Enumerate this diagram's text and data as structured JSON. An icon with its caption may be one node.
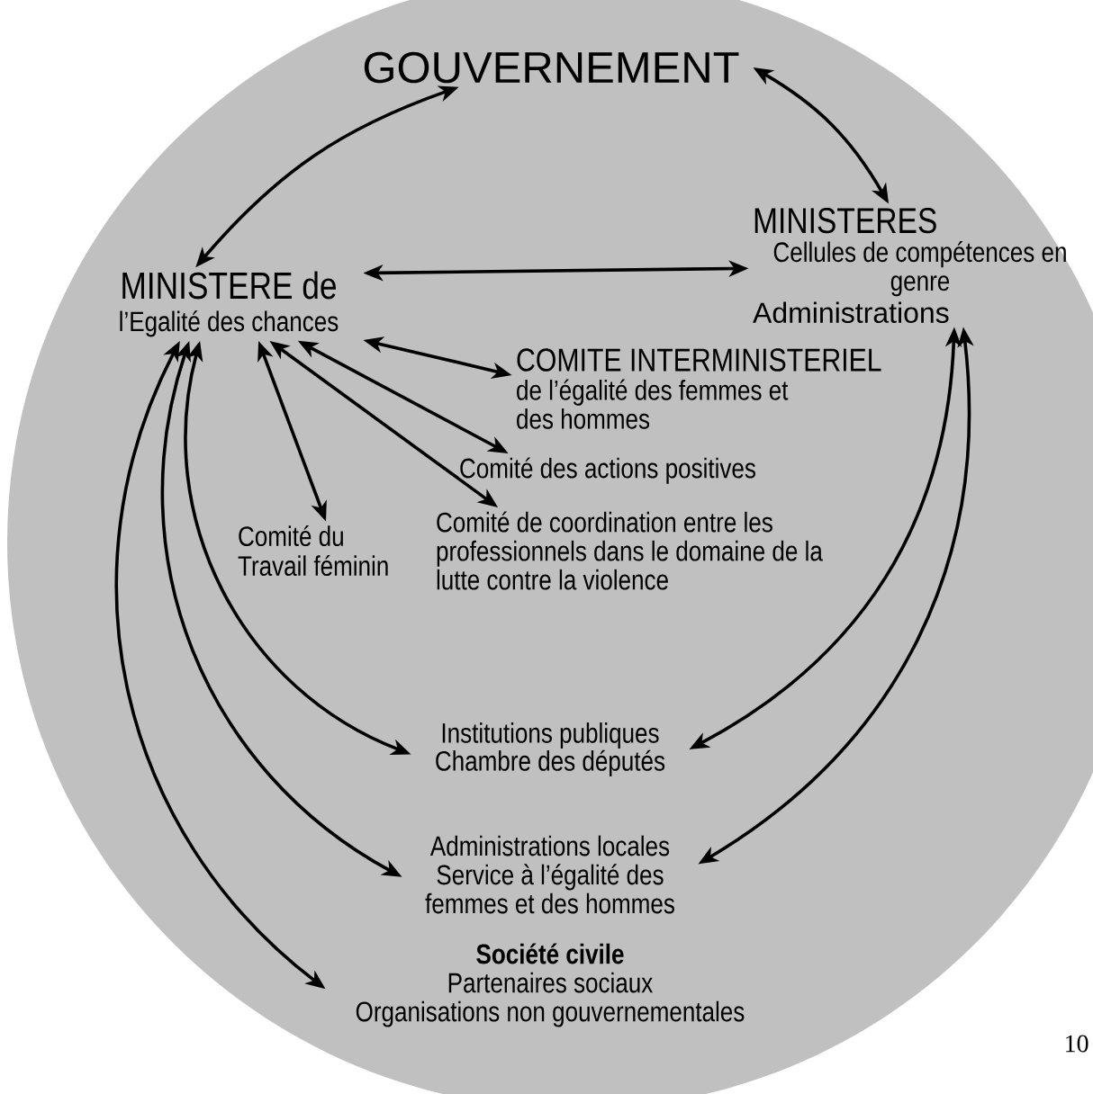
{
  "diagram": {
    "nodes": [
      {
        "text": [
          "GOUVERNEMENT"
        ]
      },
      {
        "text": [
          "MINISTERE de",
          "l’Egalité des chances"
        ]
      },
      {
        "text": [
          "MINISTERES",
          "Cellules de compétences en genre",
          "Administrations"
        ]
      },
      {
        "text": [
          "COMITE INTERMINISTERIEL",
          "de l’égalité des femmes et des hommes"
        ]
      },
      {
        "text": [
          "Comité des actions positives"
        ]
      },
      {
        "text": [
          "Comité de coordination entre les professionnels dans le domaine de la lutte contre la violence"
        ]
      },
      {
        "text": [
          "Comité du Travail féminin"
        ]
      },
      {
        "text": [
          "Institutions publiques",
          "Chambre des députés"
        ]
      },
      {
        "text": [
          "Administrations locales",
          "Service à l’égalité des femmes et des hommes"
        ]
      },
      {
        "text": [
          "Société civile",
          "Partenaires sociaux",
          "Organisations non gouvernementales"
        ]
      }
    ],
    "edges": [
      {
        "from": 0,
        "to": 1,
        "arrow": "both"
      },
      {
        "from": 0,
        "to": 2,
        "arrow": "both"
      },
      {
        "from": 1,
        "to": 2,
        "arrow": "both"
      },
      {
        "from": 1,
        "to": 3,
        "arrow": "both"
      },
      {
        "from": 1,
        "to": 4,
        "arrow": "both"
      },
      {
        "from": 1,
        "to": 5,
        "arrow": "both"
      },
      {
        "from": 1,
        "to": 6,
        "arrow": "both"
      },
      {
        "from": 1,
        "to": 7,
        "arrow": "both"
      },
      {
        "from": 1,
        "to": 8,
        "arrow": "both"
      },
      {
        "from": 1,
        "to": 9,
        "arrow": "both"
      },
      {
        "from": 2,
        "to": 7,
        "arrow": "both"
      },
      {
        "from": 2,
        "to": 8,
        "arrow": "both"
      }
    ],
    "labels": [
      "10"
    ]
  }
}
